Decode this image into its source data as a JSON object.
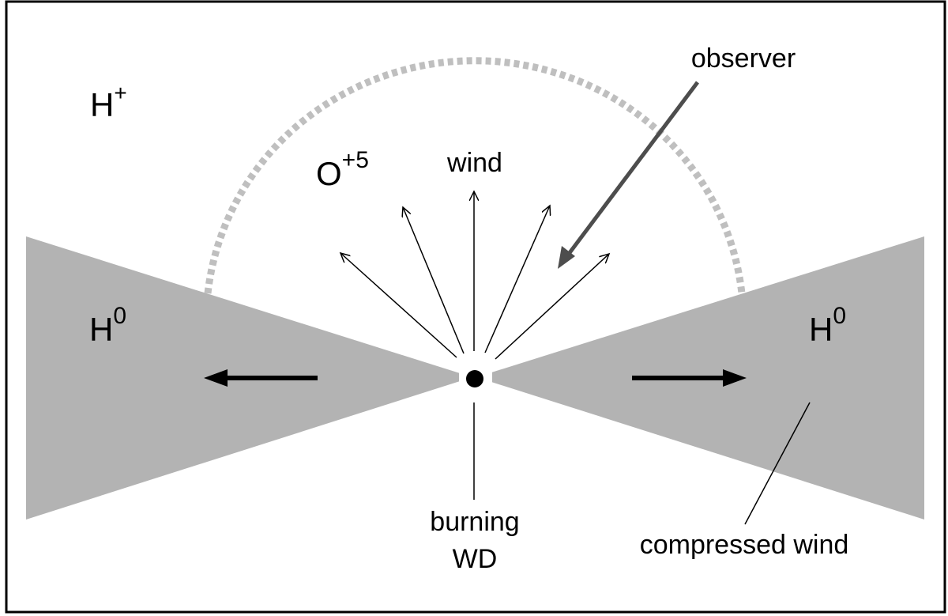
{
  "labels": {
    "h_plus_base": "H",
    "h_plus_sup": "+",
    "o_base": "O",
    "o_sup": "+5",
    "wind": "wind",
    "observer": "observer",
    "h0_left_base": "H",
    "h0_left_sup": "0",
    "h0_right_base": "H",
    "h0_right_sup": "0",
    "burning_line1": "burning",
    "burning_line2": "WD",
    "compressed_wind": "compressed wind"
  },
  "colors": {
    "background": "#ffffff",
    "frame": "#000000",
    "disk": "#b3b3b3",
    "dashed_arc": "#bfbfbf",
    "observer_arrow": "#4d4d4d",
    "ink": "#000000"
  }
}
